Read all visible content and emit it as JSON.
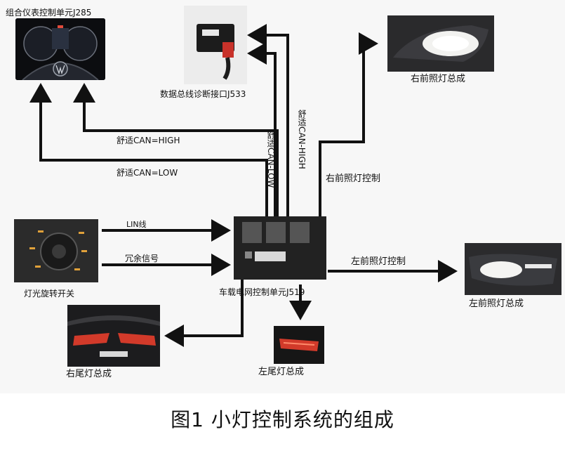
{
  "components": {
    "cluster": "组合仪表控制单元J285",
    "gateway": "数据总线诊断接口J533",
    "right_headlight": "右前照灯总成",
    "left_headlight": "左前照灯总成",
    "light_switch": "灯光旋转开关",
    "bcm": "车载电网控制单元J519",
    "right_tail": "右尾灯总成",
    "left_tail": "左尾灯总成"
  },
  "signals": {
    "comfort_can_high": "舒适CAN=HIGH",
    "comfort_can_low": "舒适CAN=LOW",
    "comfort_can_low_v": "舒适CAN-LOW",
    "comfort_can_high_v": "舒适CAN-HIGH",
    "lin": "LIN线",
    "redundant": "冗余信号",
    "right_headlight_ctrl": "右前照灯控制",
    "left_headlight_ctrl": "左前照灯控制"
  },
  "caption": "图1   小灯控制系统的组成",
  "colors": {
    "wire": "#111111",
    "background": "#f7f7f7",
    "tail_red": "#d23a2a"
  }
}
